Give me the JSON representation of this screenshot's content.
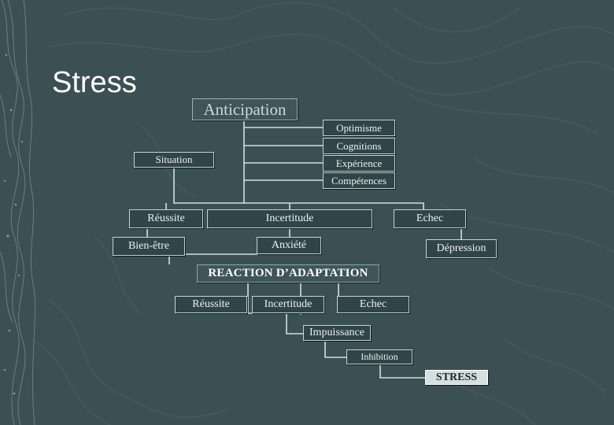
{
  "slide": {
    "title": "Stress"
  },
  "nodes": {
    "anticipation": "Anticipation",
    "optimisme": "Optimisme",
    "cognitions": "Cognitions",
    "experience": "Expérience",
    "competences": "Compétences",
    "situation": "Situation",
    "reussite_1": "Réussite",
    "incertitude_1": "Incertitude",
    "echec_1": "Echec",
    "bien_etre": "Bien-être",
    "anxiete": "Anxiété",
    "depression": "Dépression",
    "reaction": "REACTION D’ADAPTATION",
    "reussite_2": "Réussite",
    "incertitude_2": "Incertitude",
    "echec_2": "Echec",
    "impuissance": "Impuissance",
    "inhibition": "Inhibition",
    "stress": "STRESS"
  },
  "colors": {
    "background": "#3b5053",
    "connector": "#d8dede",
    "box_fill": "#2f4548",
    "box_border": "#c8d2d2",
    "title_text": "#ffffff",
    "anticipation_text": "#c9d8e6"
  }
}
